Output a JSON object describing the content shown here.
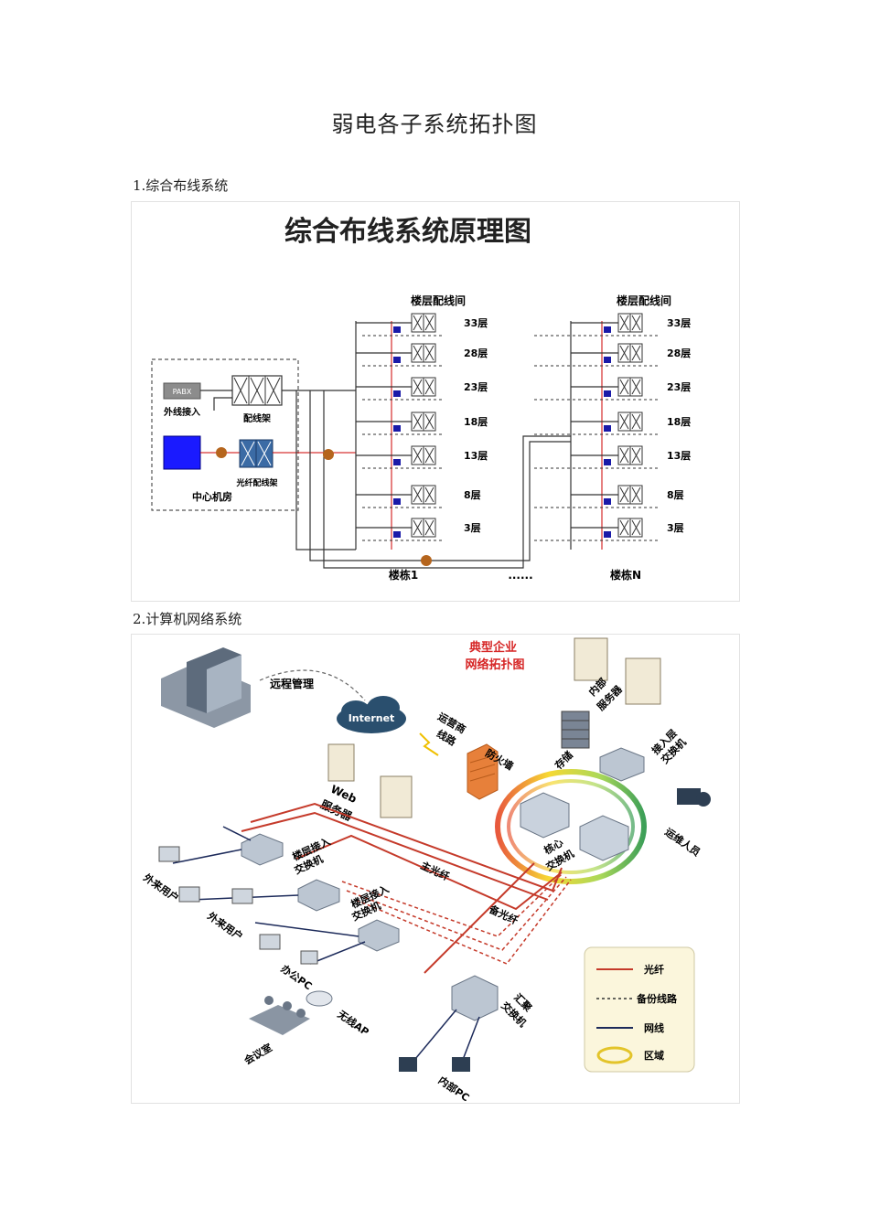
{
  "document": {
    "title": "弱电各子系统拓扑图",
    "sections": [
      {
        "heading": "1.综合布线系统"
      },
      {
        "heading": "2.计算机网络系统"
      }
    ]
  },
  "cabling": {
    "title": "综合布线系统原理图",
    "floor_room_label": "楼层配线间",
    "floors": [
      "33层",
      "28层",
      "23层",
      "18层",
      "13层",
      "8层",
      "3层"
    ],
    "pabx": "PABX",
    "outside_line": "外线接入",
    "patch_frame": "配线架",
    "fiber_frame": "光纤配线架",
    "center_room": "中心机房",
    "building1": "楼栋1",
    "ellipsis": "......",
    "buildingN": "楼栋N"
  },
  "network": {
    "title_line1": "典型企业",
    "title_line2": "网络拓扑图",
    "remote_mgmt": "远程管理",
    "internet": "Internet",
    "carrier_line_1": "运营商",
    "carrier_line_2": "线路",
    "firewall": "防火墙",
    "web_server_1": "Web",
    "web_server_2": "服务器",
    "internal_server_1": "内部",
    "internal_server_2": "服务器",
    "storage": "存储",
    "access_switch_1": "接入层",
    "access_switch_2": "交换机",
    "ops_staff": "运维人员",
    "core_switch_1": "核心",
    "core_switch_2": "交换机",
    "floor_access_1": "楼层接入",
    "floor_access_2": "交换机",
    "main_fiber": "主光纤",
    "backup_fiber": "备光纤",
    "guest_user": "外来用户",
    "office_pc": "办公PC",
    "wireless_ap": "无线AP",
    "meeting_room": "会议室",
    "agg_switch_1": "汇聚",
    "agg_switch_2": "交换机",
    "internal_pc": "内部PC",
    "legend": [
      {
        "label": "光纤"
      },
      {
        "label": "备份线路"
      },
      {
        "label": "网线"
      },
      {
        "label": "区域"
      }
    ]
  }
}
